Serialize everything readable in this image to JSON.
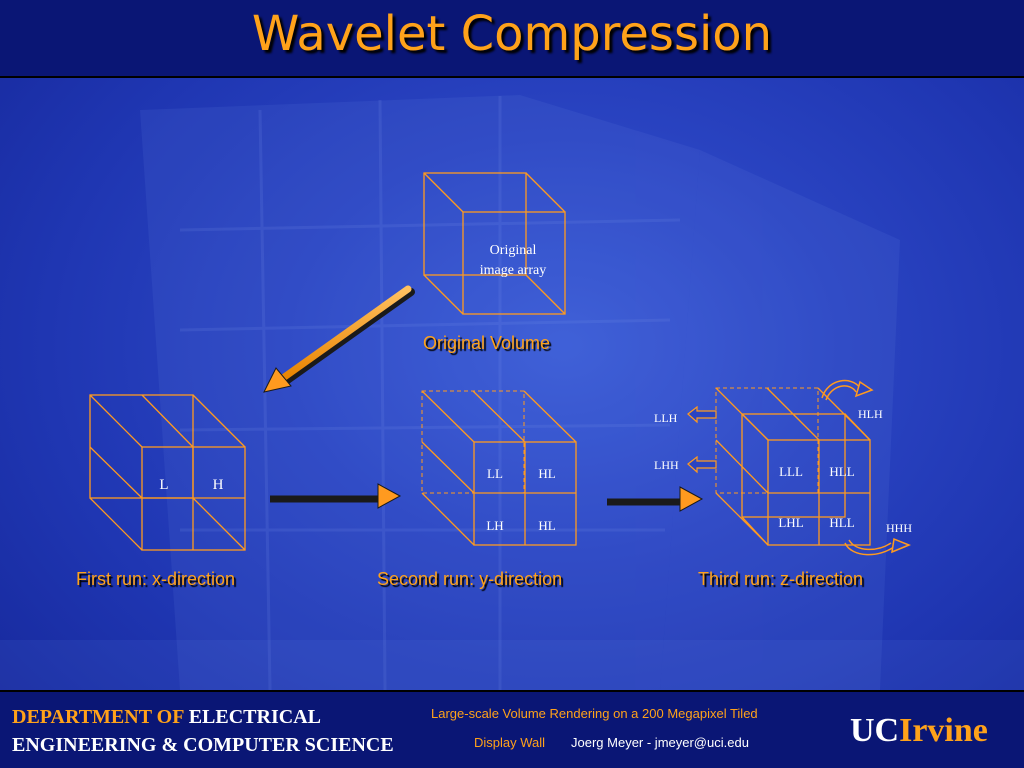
{
  "slide": {
    "title": "Wavelet Compression"
  },
  "diagram": {
    "original": {
      "label": "Original image array",
      "label_line1": "Original",
      "label_line2": "image array",
      "caption": "Original Volume"
    },
    "first_run": {
      "cells": [
        "L",
        "H"
      ],
      "caption": "First run: x-direction"
    },
    "second_run": {
      "cells": [
        "LL",
        "HL",
        "LH",
        "HL"
      ],
      "caption": "Second run: y-direction"
    },
    "third_run": {
      "cells": [
        "LLL",
        "HLL",
        "LHL",
        "HLL"
      ],
      "side_labels": [
        "LLH",
        "LHH",
        "HLH",
        "HHH"
      ],
      "caption": "Third run: z-direction"
    }
  },
  "footer": {
    "department_prefix": "DEPARTMENT OF",
    "department_rest": "ELECTRICAL",
    "department_line2": "ENGINEERING & COMPUTER SCIENCE",
    "talk_title_line1": "Large-scale Volume Rendering on a 200 Megapixel Tiled",
    "talk_title_line2": "Display Wall",
    "author": "Joerg Meyer - jmeyer@uci.edu",
    "logo_uc": "UC",
    "logo_irvine": "Irvine"
  },
  "colors": {
    "title": "#ffa21a",
    "line": "#ff9a1f",
    "background": "#2a44c2",
    "bar": "#0a1675"
  }
}
